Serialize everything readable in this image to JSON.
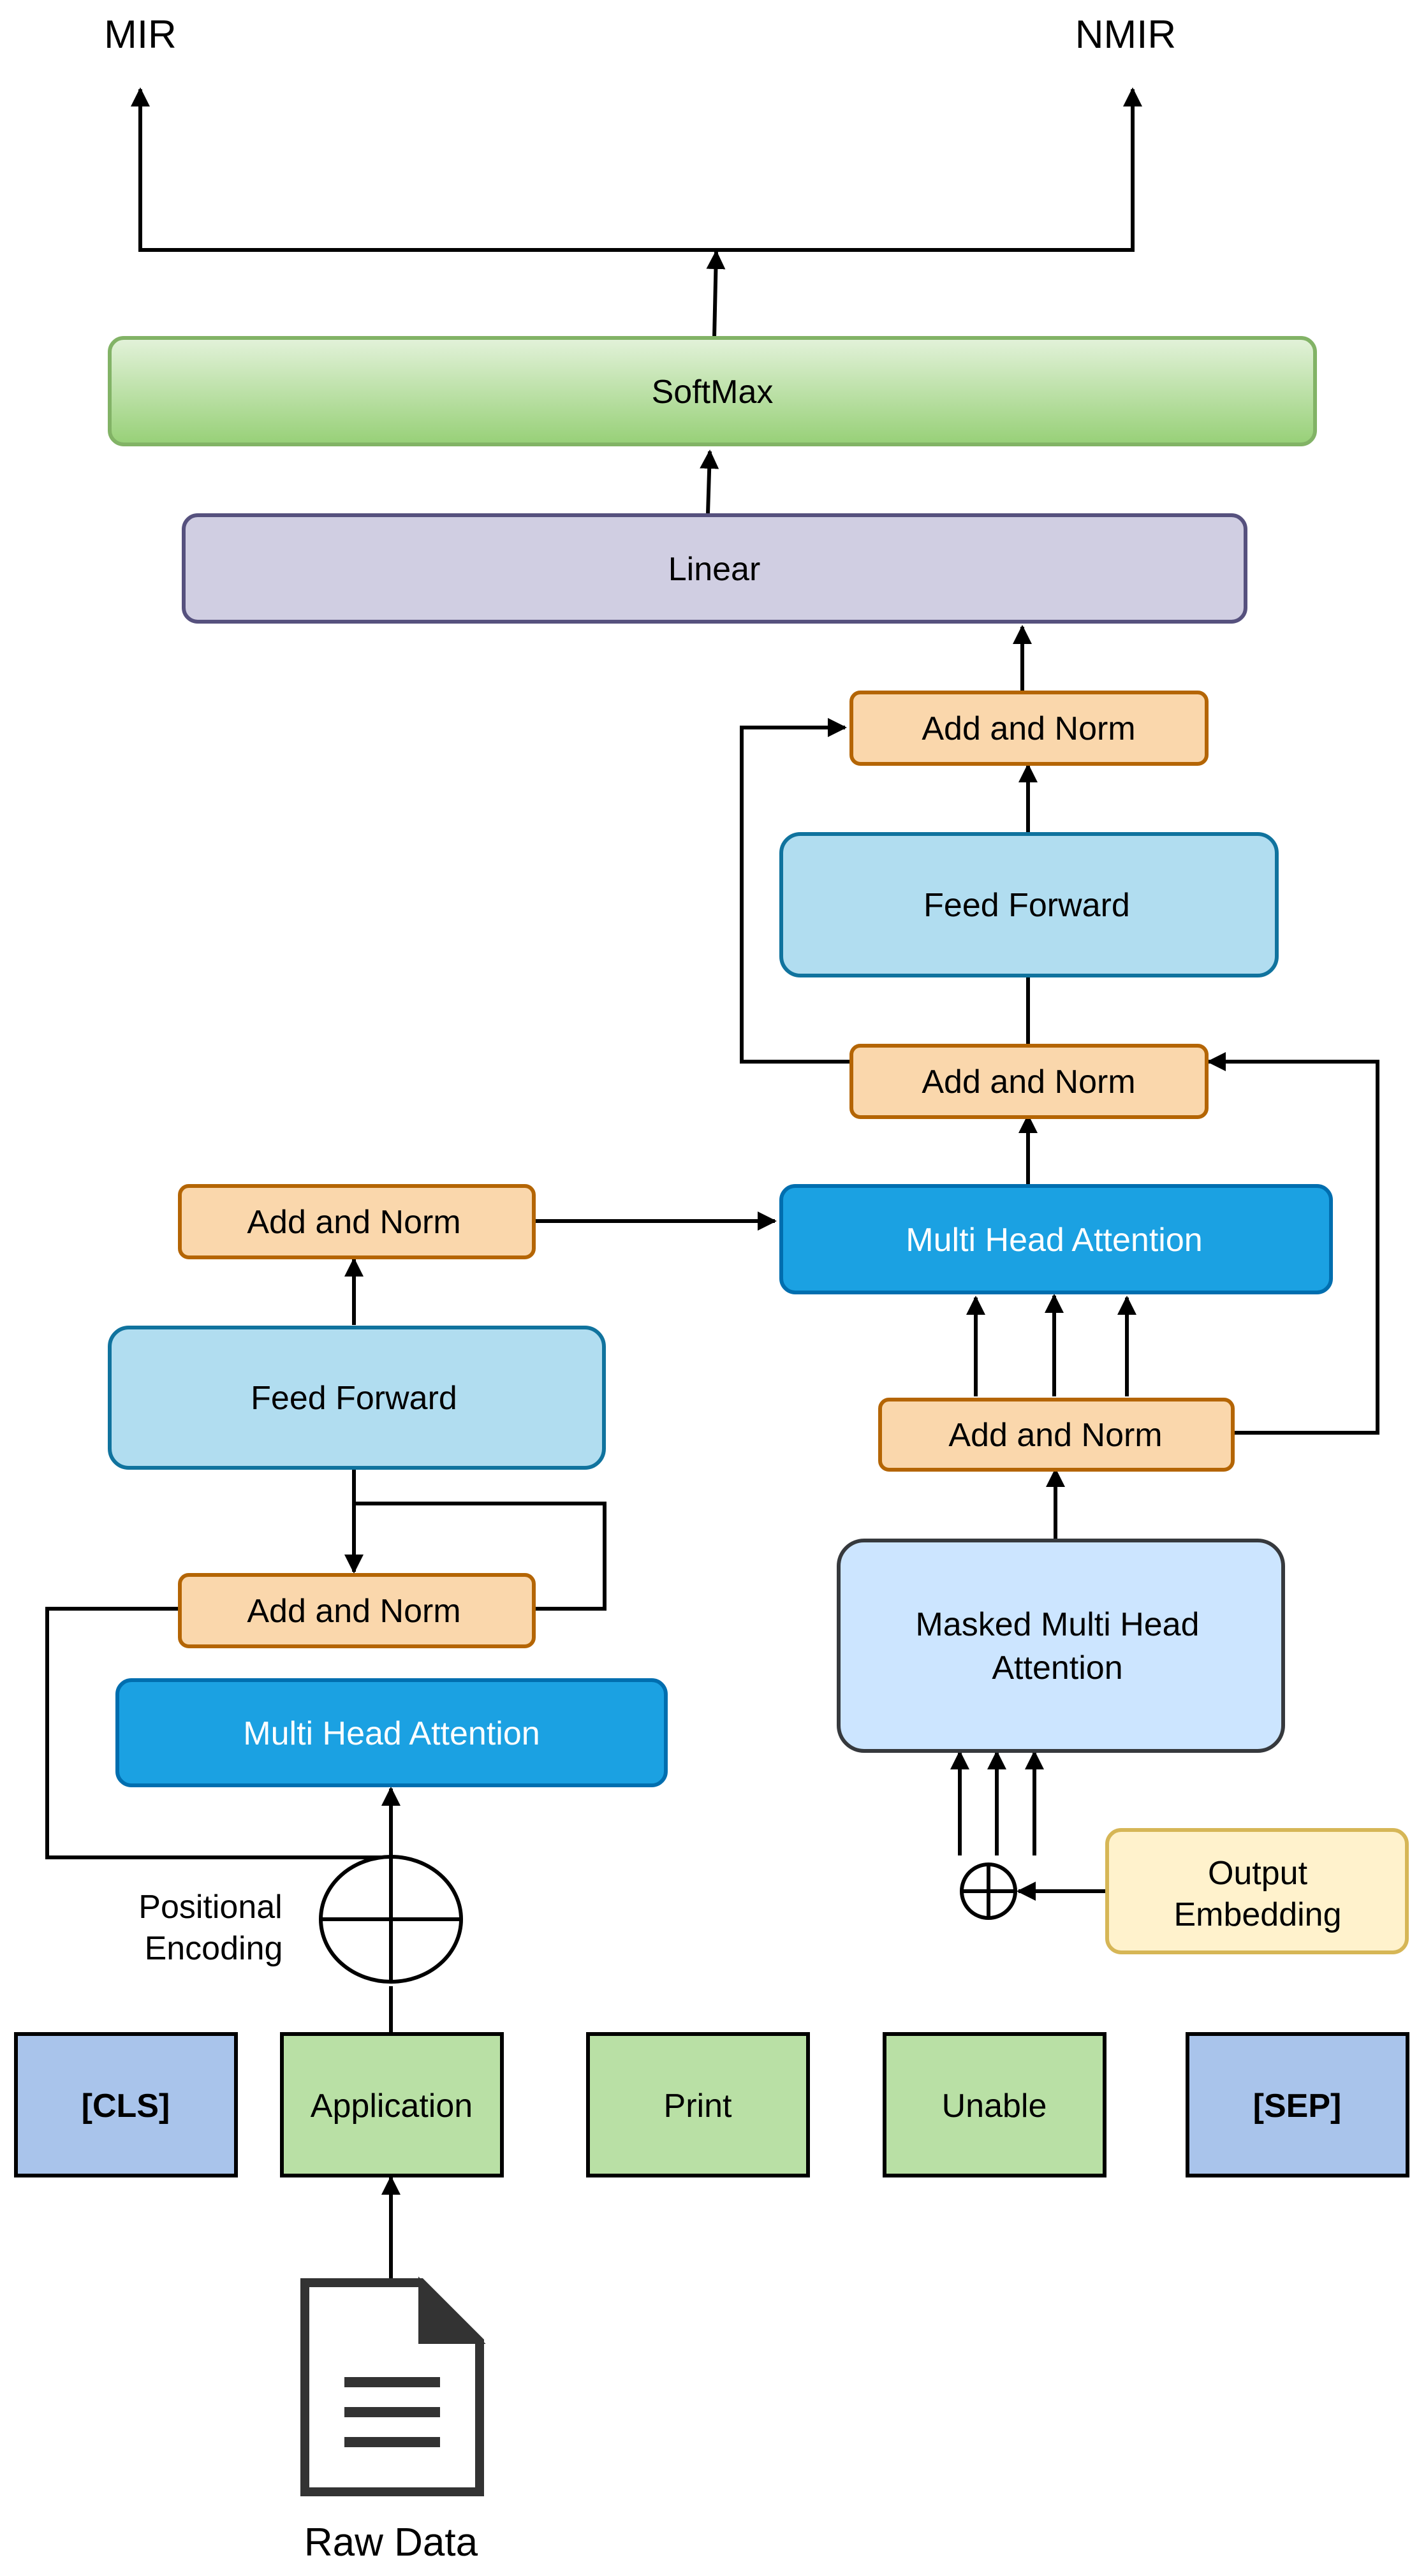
{
  "outputs": {
    "left": "MIR",
    "right": "NMIR"
  },
  "decoder": {
    "softmax": "SoftMax",
    "linear": "Linear",
    "add_norm_top": "Add and Norm",
    "feed_forward": "Feed Forward",
    "add_norm_mid": "Add and Norm",
    "multi_head_attention": "Multi Head Attention",
    "add_norm_bottom": "Add and Norm",
    "masked_attention_line1": "Masked Multi Head",
    "masked_attention_line2": "Attention",
    "output_embedding_line1": "Output",
    "output_embedding_line2": "Embedding"
  },
  "encoder": {
    "add_norm_top": "Add and Norm",
    "feed_forward": "Feed Forward",
    "add_norm_bottom": "Add and Norm",
    "multi_head_attention": "Multi Head Attention",
    "positional_line1": "Positional",
    "positional_line2": "Encoding"
  },
  "tokens": [
    {
      "label": "[CLS]",
      "bold": true,
      "color": "#a9c4eb"
    },
    {
      "label": "Application",
      "bold": false,
      "color": "#b9e0a5"
    },
    {
      "label": "Print",
      "bold": false,
      "color": "#b9e0a5"
    },
    {
      "label": "Unable",
      "bold": false,
      "color": "#b9e0a5"
    },
    {
      "label": "[SEP]",
      "bold": true,
      "color": "#a9c4eb"
    }
  ],
  "source": {
    "label": "Raw Data",
    "icon": "document-icon"
  },
  "colors": {
    "softmax_top": "#e3f2da",
    "softmax_bottom": "#97d077",
    "softmax_border": "#82b366",
    "linear_fill": "#d0cee2",
    "linear_border": "#56517e",
    "add_norm_fill": "#fad7ac",
    "add_norm_border": "#b46504",
    "feed_forward_fill": "#b1ddf0",
    "feed_forward_border": "#10739e",
    "attention_fill": "#1ba1e2",
    "attention_border": "#006eaf",
    "masked_fill": "#cce5ff",
    "masked_border": "#36393d",
    "embedding_fill": "#fff2cc",
    "embedding_border": "#d6b656"
  }
}
